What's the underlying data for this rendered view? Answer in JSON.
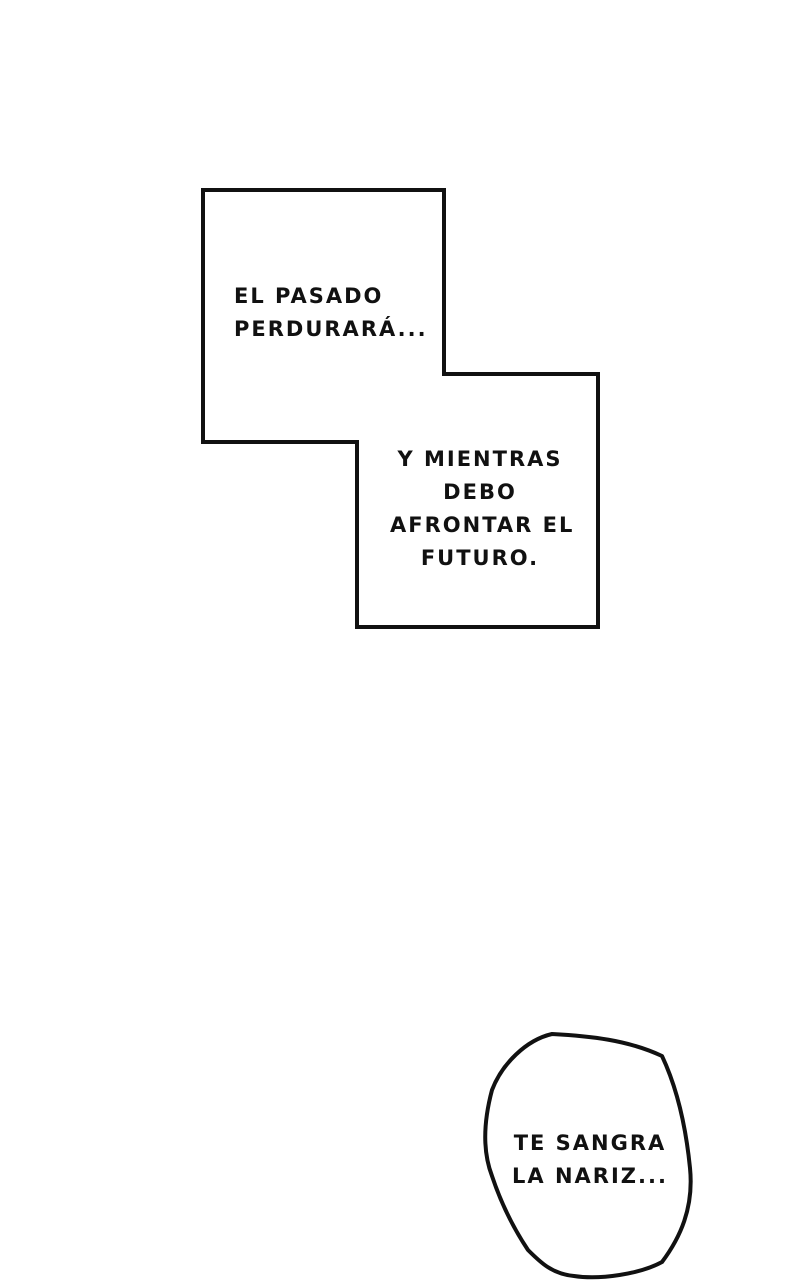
{
  "page": {
    "background": "#ffffff",
    "ink_color": "#111111"
  },
  "caption_top": {
    "lines": [
      "EL PASADO",
      "PERDURARÁ..."
    ]
  },
  "caption_middle": {
    "lines": [
      "Y MIENTRAS",
      "DEBO",
      "AFRONTAR EL",
      "FUTURO."
    ]
  },
  "speech_bubble": {
    "lines": [
      "TE SANGRA",
      "LA NARIZ..."
    ]
  }
}
